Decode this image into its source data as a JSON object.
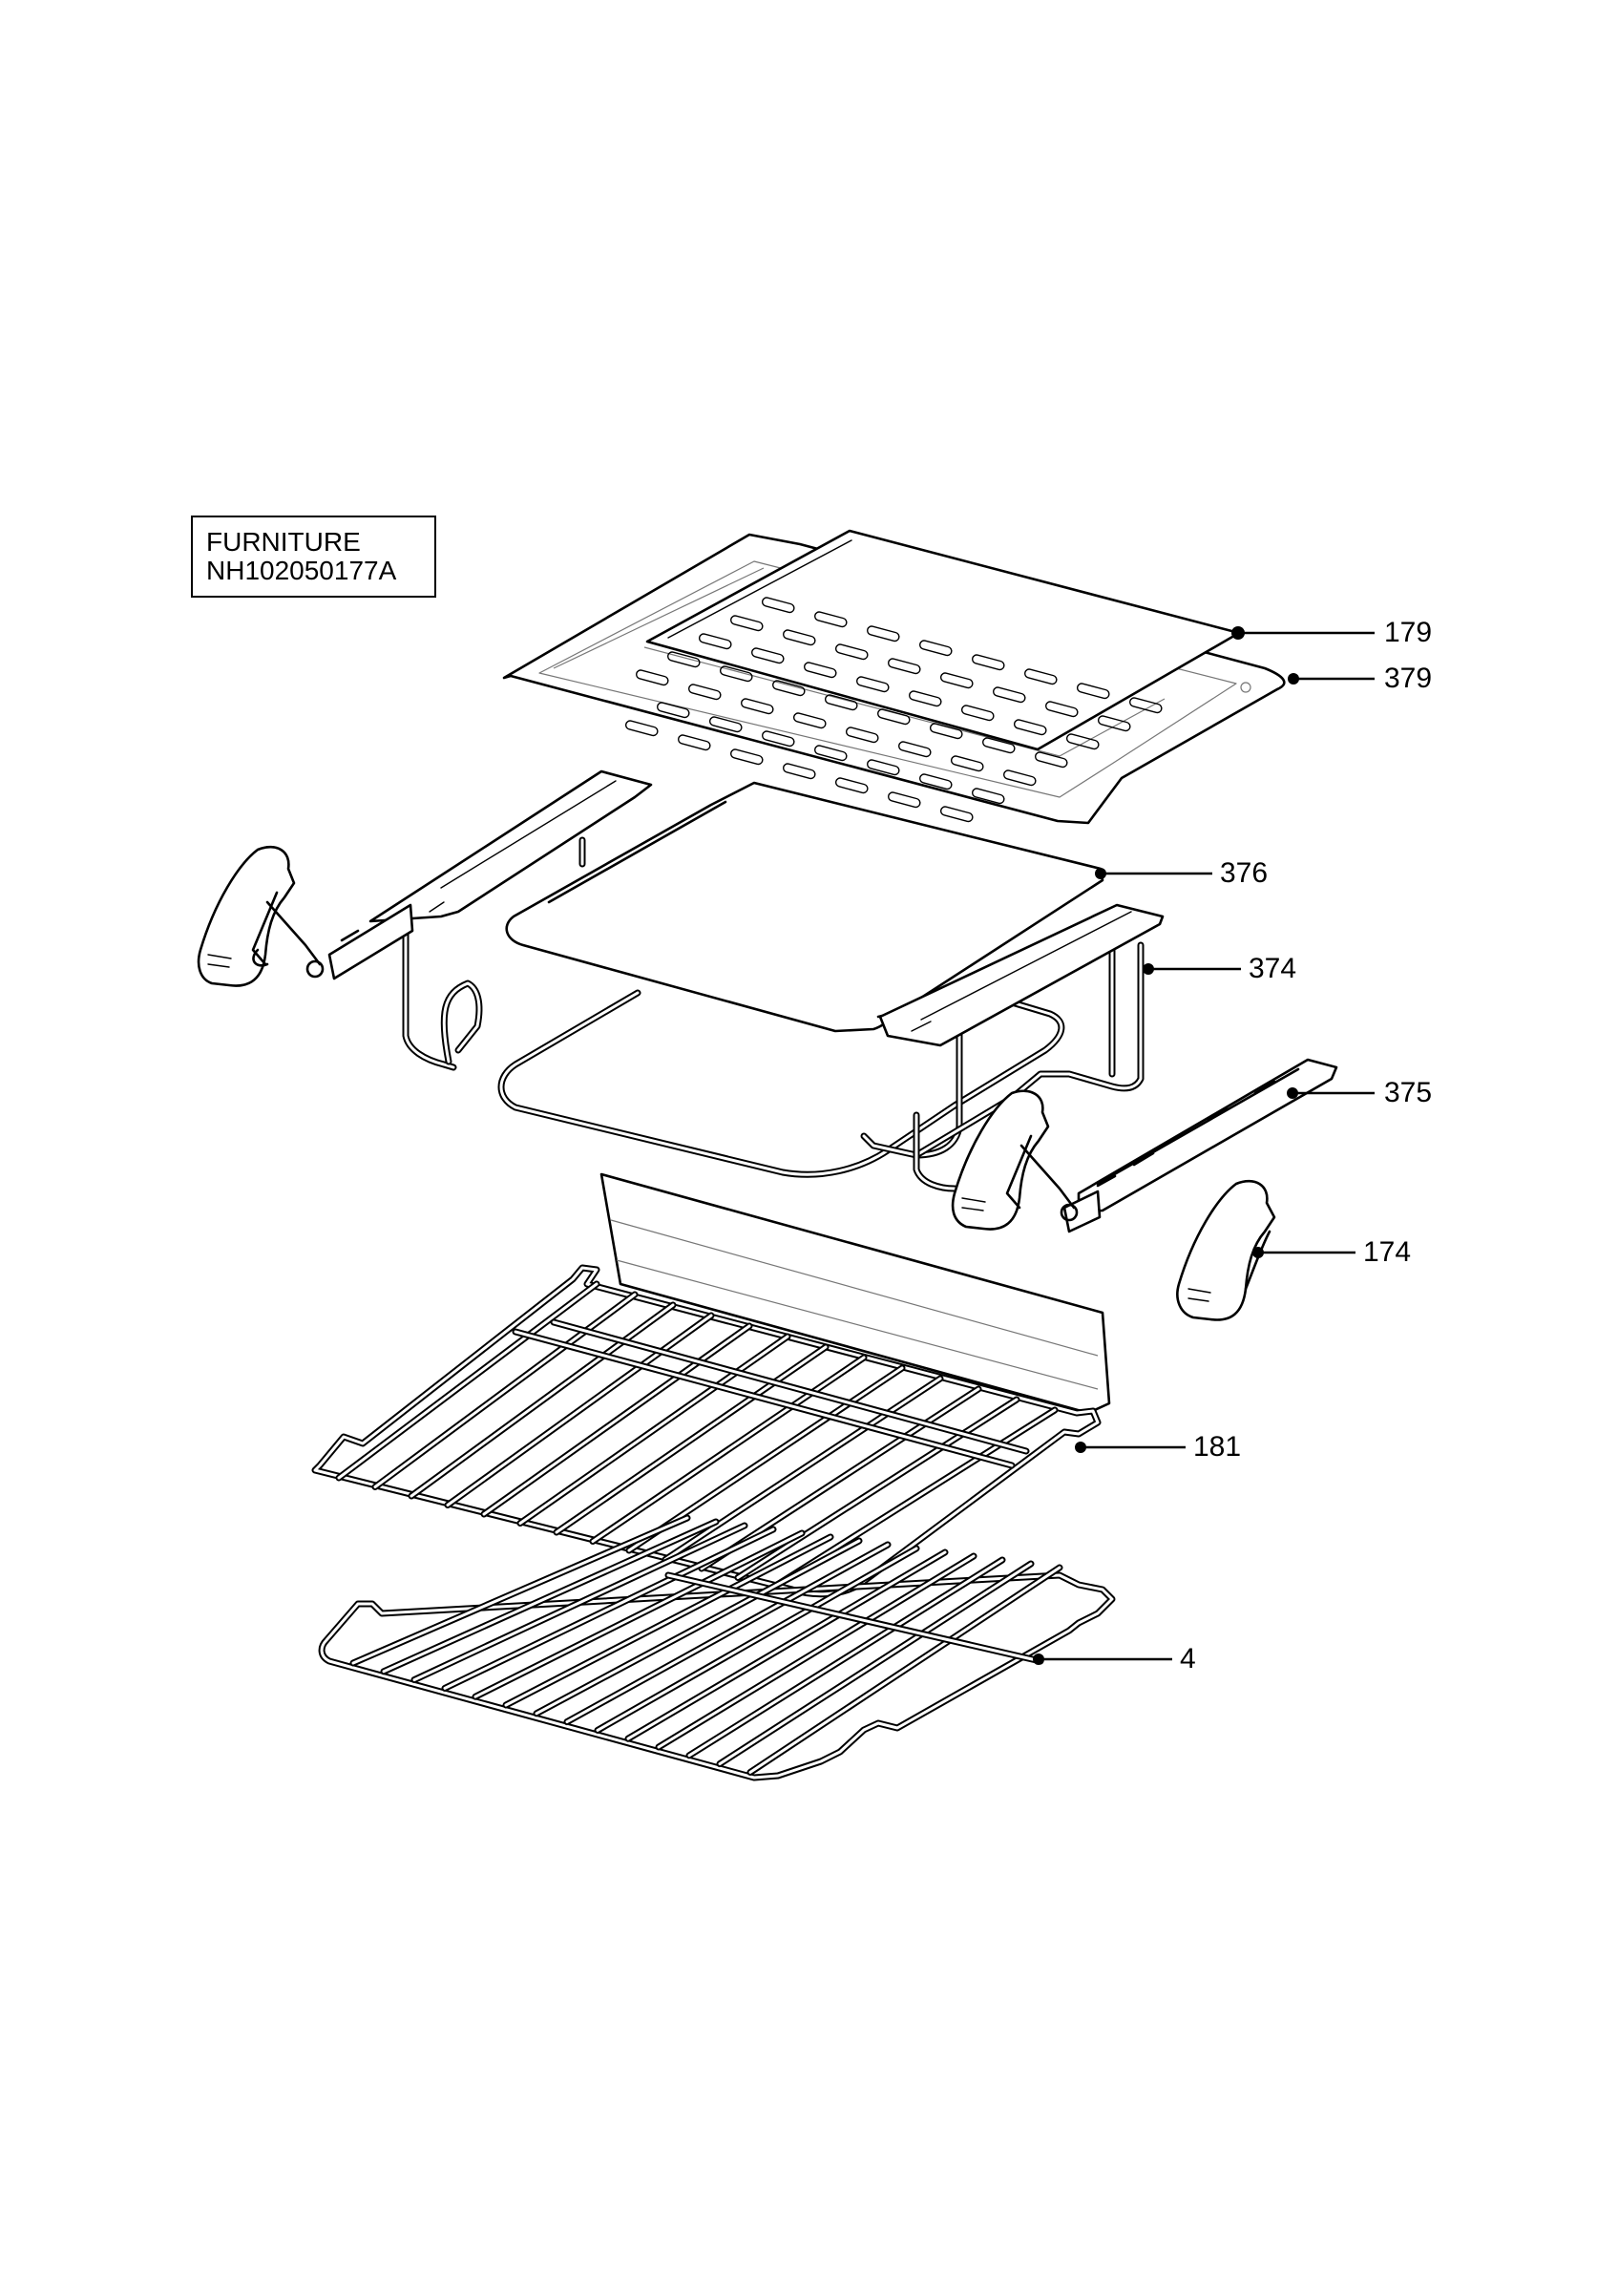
{
  "title": {
    "line1": "FURNITURE",
    "line2": "NH102050177A"
  },
  "callouts": [
    {
      "id": "179",
      "label": "179"
    },
    {
      "id": "379",
      "label": "379"
    },
    {
      "id": "376",
      "label": "376"
    },
    {
      "id": "374",
      "label": "374"
    },
    {
      "id": "375",
      "label": "375"
    },
    {
      "id": "174",
      "label": "174"
    },
    {
      "id": "181",
      "label": "181"
    },
    {
      "id": "4",
      "label": "4"
    }
  ]
}
